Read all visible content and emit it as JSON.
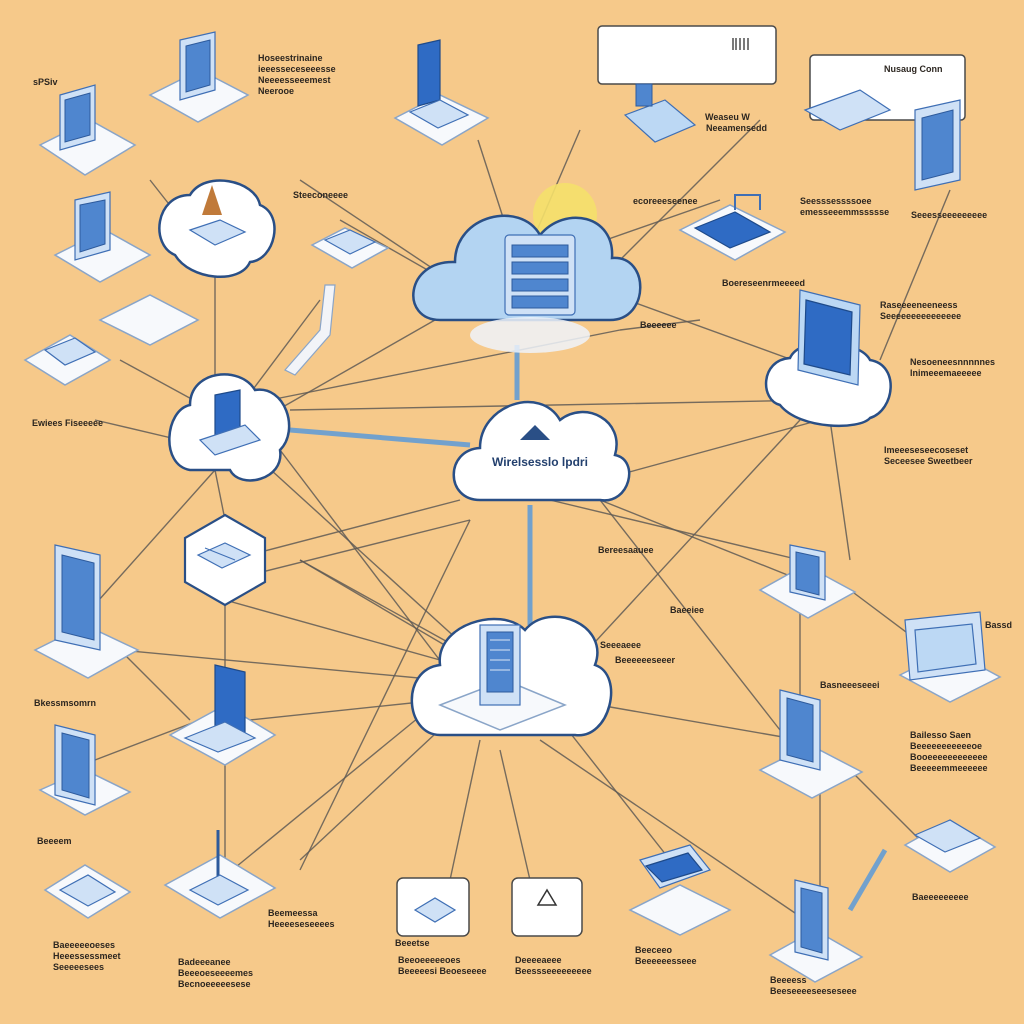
{
  "colors": {
    "background": "#f6c98a",
    "accent_blue": "#4f86cf",
    "outline_navy": "#2a4f86",
    "wire": "#5f5a55"
  },
  "cloud_label": "Wirelsesslo lpdri",
  "captions": {
    "c01": "sPSiv",
    "c02": "Hoseestrinaine\nieeesseceseeesse\nNeeeesseeemest\nNeerooe",
    "c03": "Weaseu W",
    "c04": "Neeamensedd",
    "c05": "Nusaug Conn",
    "c06": "Steeconeeee",
    "c07": "Seesssessssoee\nemesseeemmssssse",
    "c08": "Seeesseeeeeeeee",
    "c09": "ecoreeeseenee",
    "c10": "Boereseenrmeeeed",
    "c11": "Raseeeeneeneess\nSeeeeeeeeeeeeeee",
    "c12": "Nesoeneesnnnnnes\nlnimeeemaeeeee",
    "c13": "Ewiees Fiseeeee",
    "c14": "Imeeeseseecoseset\nSeceesee Sweetbeer",
    "c15": "Beeeeee",
    "c16": "Bassd",
    "c17": "Bereesaauee",
    "c18": "Baeeiee",
    "c19": "Basneeeseeei",
    "c20": "Bkessmsomrn",
    "c21": "Beeeem",
    "c22": "Bailesso Saen\nBeeeeeeeeeeeoe\nBooeeeeeeeeeeee\nBeeeeemmeeeeee",
    "c23": "Baeeeeeeeee",
    "c24": "Beemeessa\nHeeeeseseeees",
    "c25": "Baeeeeeoeses\nHeeessessmeet\nSeeeeesees",
    "c26": "Beeetse",
    "c27": "Badeeeanee\nBeeeoeseeeemes\nBecnoeeeeesese",
    "c28": "Beeoeeeeeoes\nBeeeeesi Beoeseeee",
    "c29": "Deeeeaeee\nBeessseeeeeeeee",
    "c30": "Beeceeo\nBeeeeeesseee",
    "c31": "Beeeess\nBeeseeeeseeseseee",
    "c32": "Seeeaeee",
    "c33": "Beeeeeeseeer"
  }
}
